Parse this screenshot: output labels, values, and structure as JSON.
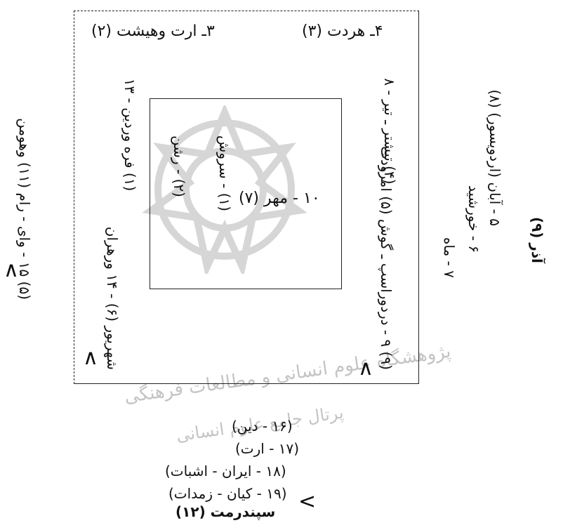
{
  "texts": {
    "t3": "۳ـ ارت وهیشت (۲)",
    "t4": "۴ـ هردت (۳)",
    "v_left_inner": "(۱) فره وردین - ۱۳",
    "v_left_lower": "شهریور (۶) - ۱۴ ورهران",
    "v_inner_r2": "(۲) - رشن",
    "v_inner_r1": "(۱) - سروش",
    "c10": "۱۰ - مهر (۷)",
    "v_right_top": "(۴) تیشتر ـ تیر - ۸",
    "v_right_bottom": "(۹) ۹ - دردوراسپ ـ گوش (۵) امرودت",
    "v_far_left": "(۵) ۱۵ - وای - رام (۱۱) وهومن",
    "v_outer_r1": "۵ - آبان (اردویسور) (۸)",
    "v_outer_r2": "۶ - خورشید",
    "v_outer_r3": "۷ - ماه",
    "v_outer_r4": "آذر (۹)",
    "b16": "(۱۶ - دین)",
    "b17": "(۱۷ - ارت)",
    "b18": "(۱۸ - ایران - اشبات)",
    "b19": "(۱۹ - کیان - زمدات)",
    "b12": "سپندرمت (۱۲)",
    "watermark1": "پژوهشگاه علوم انسانی و مطالعات فرهنگی",
    "watermark2": "پرتال جامع علوم انسانی"
  },
  "colors": {
    "ink": "#111111",
    "watermark": "#bdbdbd",
    "frame": "#222222"
  }
}
